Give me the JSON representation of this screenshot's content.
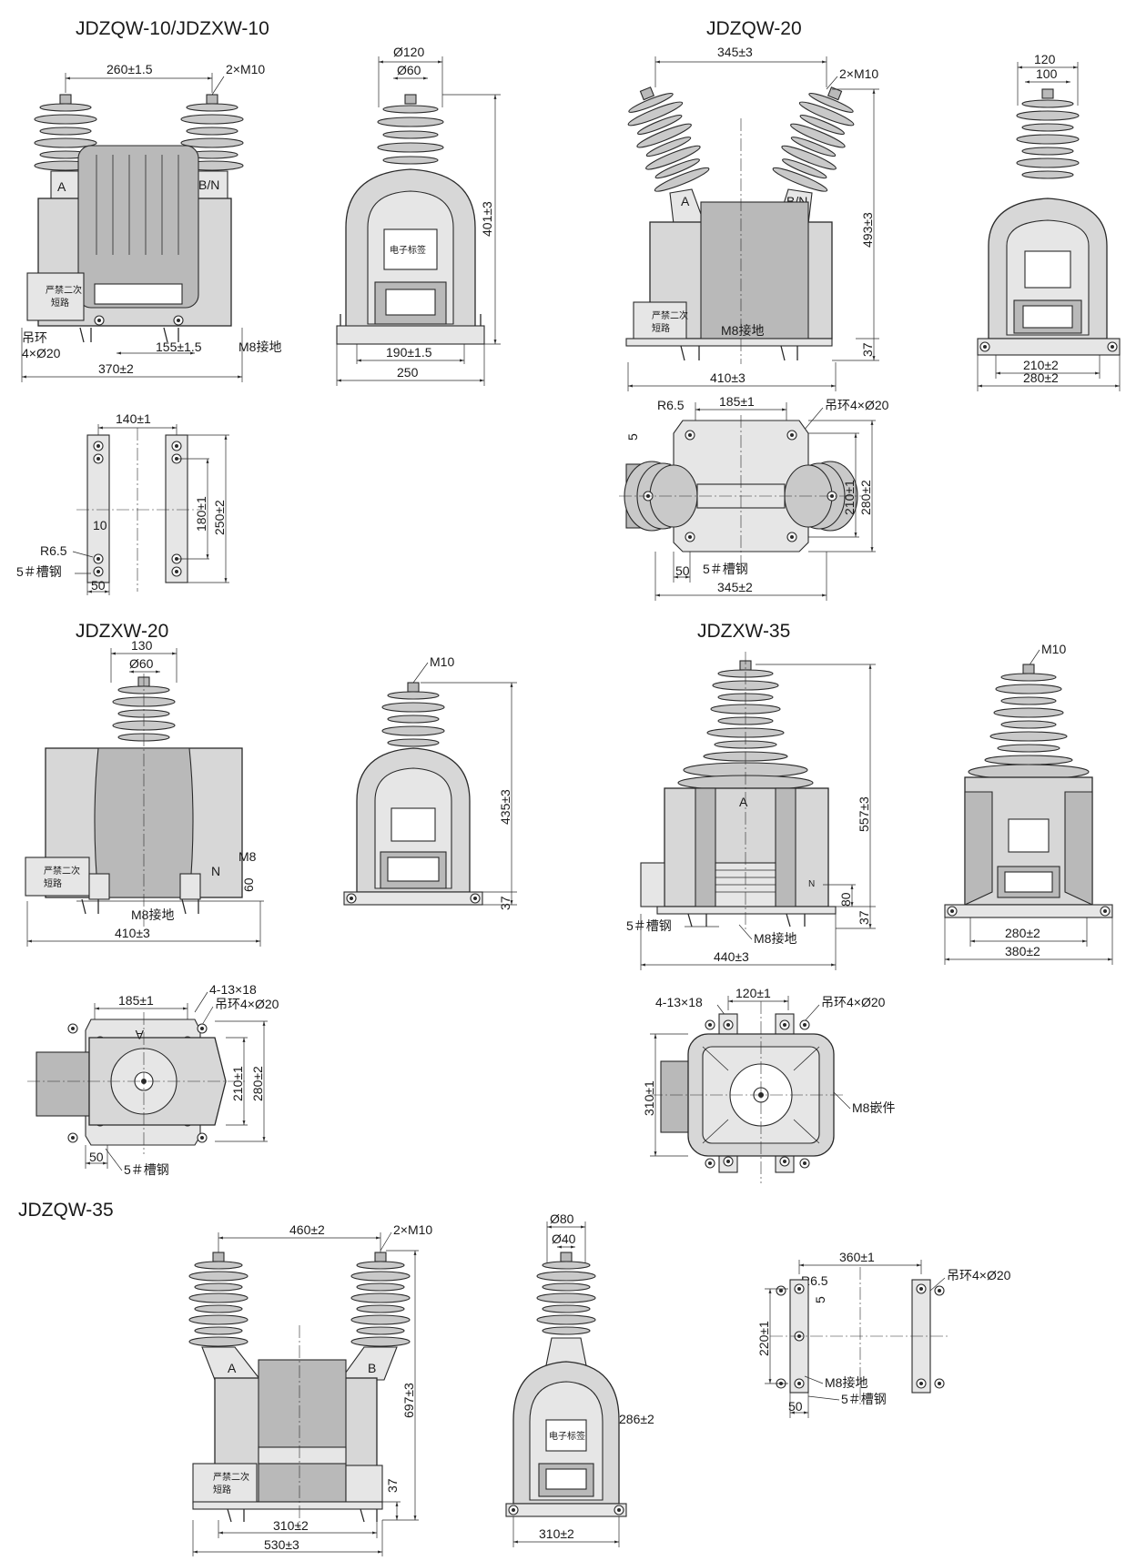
{
  "titles": {
    "t1": "JDZQW-10/JDZXW-10",
    "t2": "JDZQW-20",
    "t3": "JDZXW-20",
    "t4": "JDZXW-35",
    "t5": "JDZQW-35"
  },
  "labels": {
    "a": "A",
    "bn": "B/N",
    "b": "B",
    "n": "N",
    "warning1": "严禁二次",
    "warning2": "短路",
    "etag": "电子标签"
  },
  "d1": {
    "w260": "260±1.5",
    "m10": "2×M10",
    "lift1": "吊环",
    "lift2": "4×Ø20",
    "w155": "155±1.5",
    "ground": "M8接地",
    "w370": "370±2",
    "d120": "Ø120",
    "d60": "Ø60",
    "h401": "401±3",
    "w190": "190±1.5",
    "w250": "250",
    "w140": "140±1",
    "h180": "180±1",
    "h250": "250±2",
    "v10": "10",
    "r65": "R6.5",
    "channel": "5＃槽钢",
    "w50": "50"
  },
  "d2": {
    "w345": "345±3",
    "m10": "2×M10",
    "h493": "493±3",
    "ground": "M8接地",
    "w410": "410±3",
    "w120": "120",
    "w100": "100",
    "h37": "37",
    "w210": "210±2",
    "w280": "280±2",
    "r65": "R6.5",
    "w185": "185±1",
    "lift": "吊环4×Ø20",
    "v5": "5",
    "h210": "210±1",
    "h280": "280±2",
    "w50": "50",
    "channel": "5＃槽钢",
    "w345b": "345±2"
  },
  "d3": {
    "w130": "130",
    "d60": "Ø60",
    "m8": "M8",
    "h60": "60",
    "ground": "M8接地",
    "w410": "410±3",
    "m10": "M10",
    "h435": "435±3",
    "h37": "37",
    "slot": "4-13×18",
    "w185": "185±1",
    "lift": "吊环4×Ø20",
    "h210": "210±1",
    "h280": "280±2",
    "w50": "50",
    "channel": "5＃槽钢"
  },
  "d4": {
    "h557": "557±3",
    "h80": "80",
    "h37": "37",
    "channel": "5＃槽钢",
    "ground": "M8接地",
    "w440": "440±3",
    "m10": "M10",
    "w280": "280±2",
    "w380": "380±2",
    "slot": "4-13×18",
    "w120": "120±1",
    "lift": "吊环4×Ø20",
    "h310": "310±1",
    "insert": "M8嵌件"
  },
  "d5": {
    "w460": "460±2",
    "m10": "2×M10",
    "h697": "697±3",
    "h37": "37",
    "w310": "310±2",
    "w530": "530±3",
    "d80": "Ø80",
    "d40": "Ø40",
    "w286": "286±2",
    "w310b": "310±2",
    "w360": "360±1",
    "r65": "R6.5",
    "v5": "5",
    "lift": "吊环4×Ø20",
    "h220": "220±1",
    "ground": "M8接地",
    "channel": "5＃槽钢",
    "w50": "50"
  }
}
